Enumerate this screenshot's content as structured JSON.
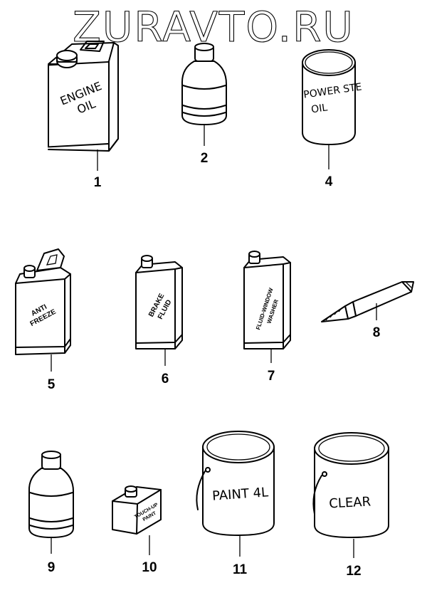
{
  "watermark": "ZURAVTO.RU",
  "items": [
    {
      "number": "1",
      "label_lines": [
        "ENGINE",
        "OIL"
      ]
    },
    {
      "number": "2",
      "label_lines": []
    },
    {
      "number": "4",
      "label_lines": [
        "POWER STE",
        "OIL"
      ]
    },
    {
      "number": "5",
      "label_lines": [
        "ANTI",
        "FREEZE"
      ]
    },
    {
      "number": "6",
      "label_lines": [
        "BRAKE",
        "FLUID"
      ]
    },
    {
      "number": "7",
      "label_lines": [
        "FLUID-WINDOW",
        "WASHER"
      ]
    },
    {
      "number": "8",
      "label_lines": []
    },
    {
      "number": "9",
      "label_lines": []
    },
    {
      "number": "10",
      "label_lines": [
        "TOUCH-UP",
        "PAINT"
      ]
    },
    {
      "number": "11",
      "label_lines": [
        "PAINT 4L"
      ]
    },
    {
      "number": "12",
      "label_lines": [
        "CLEAR"
      ]
    }
  ]
}
